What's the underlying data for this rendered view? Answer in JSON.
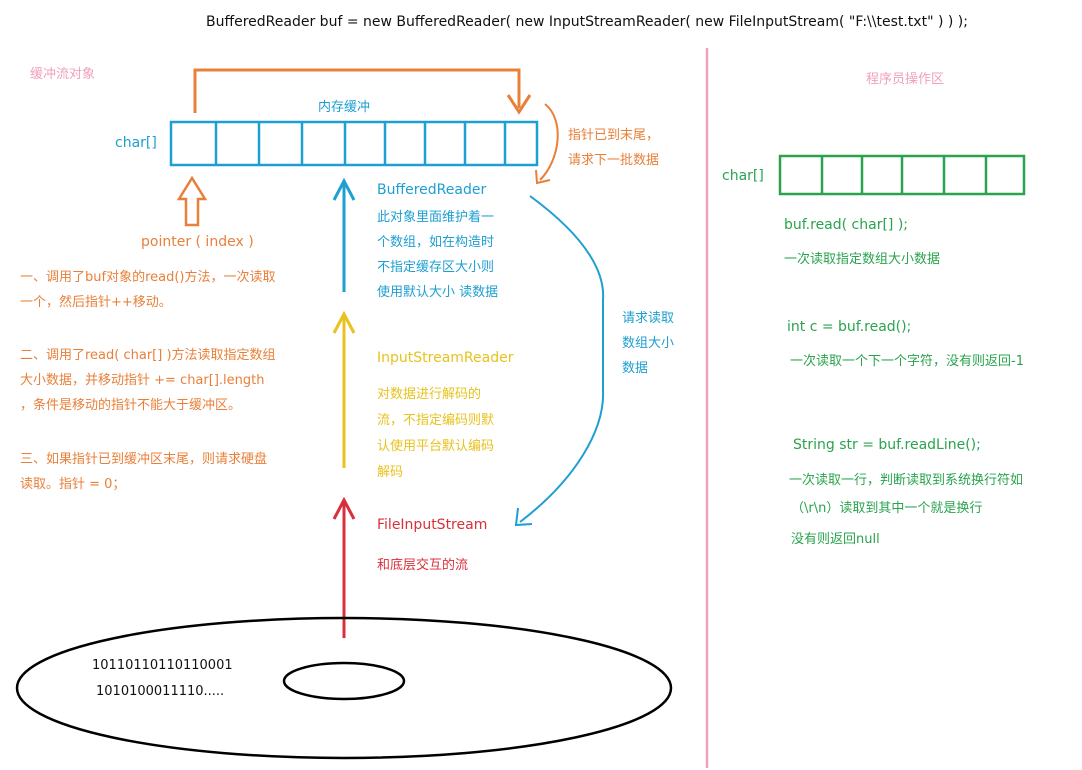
{
  "header": {
    "code_line": "BufferedReader buf = new BufferedReader( new InputStreamReader( new FileInputStream( \"F:\\\\test.txt\" ) ) );"
  },
  "left": {
    "section_label": "缓冲流对象",
    "memory_buffer_label": "内存缓冲",
    "char_array_label": "char[]",
    "end_note": [
      "指针已到末尾，",
      "请求下一批数据"
    ],
    "pointer_label": "pointer ( index )",
    "steps": [
      [
        "一、调用了buf对象的read()方法，一次读取",
        "一个，然后指针++移动。"
      ],
      [
        "二、调用了read( char[] )方法读取指定数组",
        "大小数据，并移动指针 += char[].length",
        "，条件是移动的指针不能大于缓冲区。"
      ],
      [
        "三、如果指针已到缓冲区末尾，则请求硬盘",
        "读取。指针 = 0；"
      ]
    ],
    "request_label": [
      "请求读取",
      "数组大小",
      "数据"
    ]
  },
  "streams": {
    "buffered_reader": {
      "name": "BufferedReader",
      "desc": [
        "此对象里面维护着一",
        "个数组，如在构造时",
        "不指定缓存区大小则",
        "使用默认大小 读数据"
      ]
    },
    "input_stream_reader": {
      "name": "InputStreamReader",
      "desc": [
        "对数据进行解码的",
        "流，不指定编码则默",
        "认使用平台默认编码",
        "解码"
      ]
    },
    "file_input_stream": {
      "name": "FileInputStream",
      "desc": "和底层交互的流"
    }
  },
  "disk": {
    "bits": [
      "10110110110110001",
      "1010100011110....."
    ]
  },
  "right": {
    "section_label": "程序员操作区",
    "char_array_label": "char[]",
    "read_array": {
      "code": "buf.read( char[] );",
      "desc": "一次读取指定数组大小数据"
    },
    "read_single": {
      "code": "int c = buf.read();",
      "desc": "一次读取一个下一个字符，没有则返回-1"
    },
    "read_line": {
      "code": "String str = buf.readLine();",
      "desc": [
        "一次读取一行，判断读取到系统换行符如",
        "（\\r\\n）读取到其中一个就是换行",
        "没有则返回null"
      ]
    }
  },
  "colors": {
    "orange": "#e8803a",
    "blue": "#1e9fd1",
    "yellow": "#e8c21e",
    "red": "#d8303a",
    "green": "#2aa34e",
    "pink": "#f0a0be",
    "black": "#111111"
  }
}
